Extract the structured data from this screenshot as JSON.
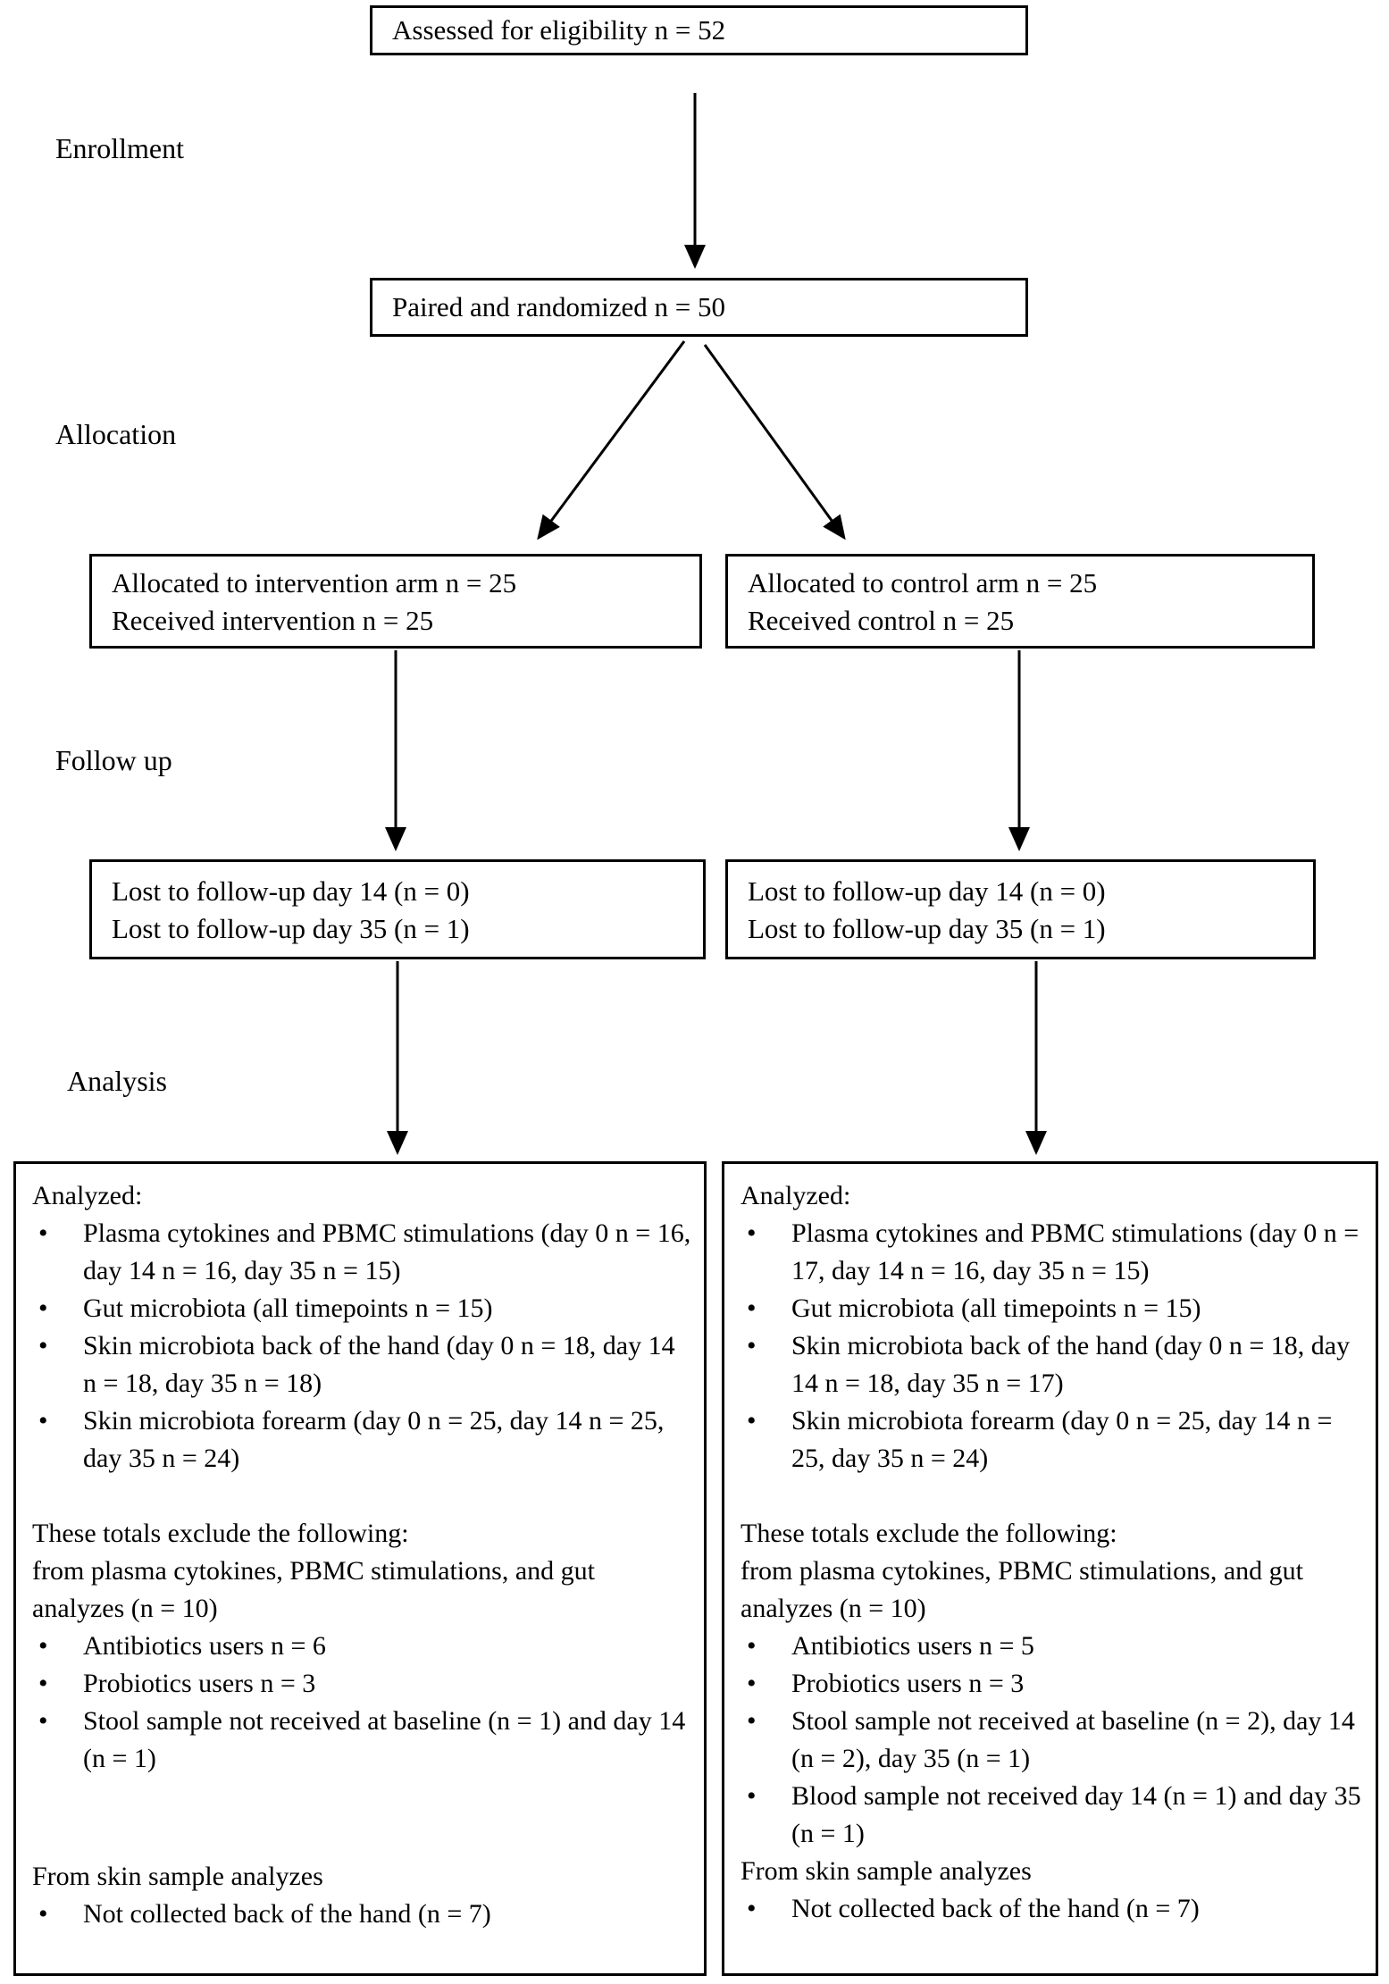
{
  "stages": {
    "enrollment": "Enrollment",
    "allocation": "Allocation",
    "follow_up": "Follow up",
    "analysis": "Analysis"
  },
  "glyphs": {
    "bullet": "•"
  },
  "colors": {
    "line": "#000000",
    "background": "#ffffff"
  },
  "boxes": {
    "eligibility": "Assessed for eligibility n = 52",
    "randomized": "Paired and randomized n = 50",
    "alloc_intervention": {
      "line1": "Allocated to intervention arm n = 25",
      "line2": "Received intervention n = 25"
    },
    "alloc_control": {
      "line1": "Allocated to control arm n = 25",
      "line2": "Received control n = 25"
    },
    "followup_intervention": {
      "line1": "Lost to follow-up day 14 (n = 0)",
      "line2": "Lost to follow-up day 35 (n = 1)"
    },
    "followup_control": {
      "line1": "Lost to follow-up day 14 (n = 0)",
      "line2": "Lost to follow-up day 35 (n = 1)"
    },
    "analysis_intervention": {
      "heading": "Analyzed:",
      "analyzed_items": [
        "Plasma cytokines and PBMC stimulations (day 0 n = 16, day 14 n = 16, day 35 n = 15)",
        "Gut microbiota (all timepoints n = 15)",
        "Skin microbiota back of the hand (day 0 n = 18, day 14 n = 18, day 35 n = 18)",
        "Skin microbiota forearm (day 0 n = 25, day 14 n = 25, day 35 n = 24)"
      ],
      "exclude_line1": "These totals exclude the following:",
      "exclude_line2": "from plasma cytokines, PBMC stimulations, and gut analyzes (n = 10)",
      "exclude_items": [
        "Antibiotics users n = 6",
        "Probiotics users n = 3",
        "Stool sample not received at baseline (n = 1) and day 14 (n = 1)"
      ],
      "skin_heading": "From skin sample analyzes",
      "skin_items": [
        "Not collected back of the hand (n = 7)"
      ]
    },
    "analysis_control": {
      "heading": "Analyzed:",
      "analyzed_items": [
        "Plasma cytokines and PBMC stimulations (day 0 n = 17, day 14 n = 16, day 35 n = 15)",
        "Gut microbiota (all timepoints n = 15)",
        "Skin microbiota back of the hand (day 0 n = 18, day 14 n = 18, day 35 n = 17)",
        "Skin microbiota forearm (day 0 n = 25, day 14 n = 25, day 35 n = 24)"
      ],
      "exclude_line1": "These totals exclude the following:",
      "exclude_line2": "from plasma cytokines, PBMC stimulations, and gut analyzes (n = 10)",
      "exclude_items": [
        "Antibiotics users n = 5",
        "Probiotics users n = 3",
        "Stool sample not received at baseline (n = 2), day 14 (n = 2), day 35 (n = 1)",
        "Blood sample not received day 14 (n = 1) and day 35 (n = 1)"
      ],
      "skin_heading": "From skin sample analyzes",
      "skin_items": [
        "Not collected back of the hand (n = 7)"
      ]
    }
  }
}
